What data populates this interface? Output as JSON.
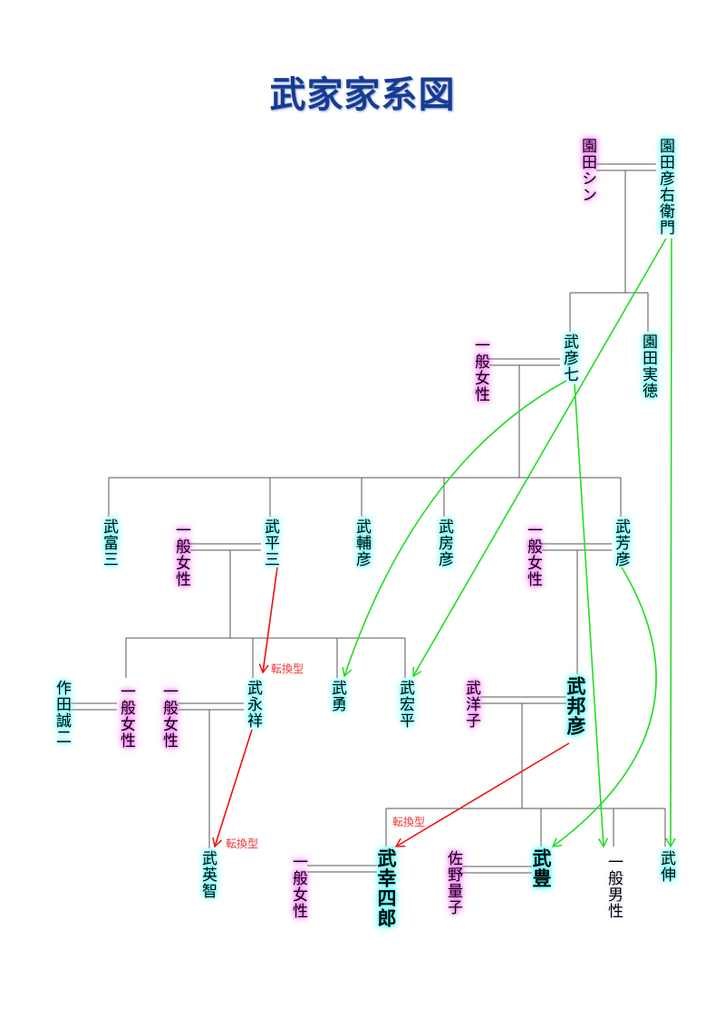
{
  "title": "武家家系図",
  "nodes": [
    {
      "id": "sonoda-shin",
      "name": "園田シン",
      "gender": "female"
    },
    {
      "id": "sonoda-hikouemon",
      "name": "園田彦右衛門",
      "gender": "male"
    },
    {
      "id": "take-hikoshichi",
      "name": "武彦七",
      "gender": "male"
    },
    {
      "id": "ippan-josei-1",
      "name": "一般女性",
      "gender": "female"
    },
    {
      "id": "sonoda-jitsutoku",
      "name": "園田実徳",
      "gender": "male"
    },
    {
      "id": "take-tomizo",
      "name": "武富三",
      "gender": "male"
    },
    {
      "id": "ippan-josei-2",
      "name": "一般女性",
      "gender": "female"
    },
    {
      "id": "take-heizo",
      "name": "武平三",
      "gender": "male"
    },
    {
      "id": "take-sukehiko",
      "name": "武輔彦",
      "gender": "male"
    },
    {
      "id": "take-fusahiko",
      "name": "武房彦",
      "gender": "male"
    },
    {
      "id": "ippan-josei-3",
      "name": "一般女性",
      "gender": "female"
    },
    {
      "id": "take-yoshihiko",
      "name": "武芳彦",
      "gender": "male"
    },
    {
      "id": "sakuta-seiji",
      "name": "作田誠二",
      "gender": "male"
    },
    {
      "id": "ippan-josei-4",
      "name": "一般女性",
      "gender": "female"
    },
    {
      "id": "ippan-josei-5",
      "name": "一般女性",
      "gender": "female"
    },
    {
      "id": "take-nagayoshi",
      "name": "武永祥",
      "gender": "male"
    },
    {
      "id": "take-isamu",
      "name": "武勇",
      "gender": "male"
    },
    {
      "id": "take-kohei",
      "name": "武宏平",
      "gender": "male"
    },
    {
      "id": "take-yoko",
      "name": "武洋子",
      "gender": "female"
    },
    {
      "id": "take-kunihiko",
      "name": "武邦彦",
      "gender": "male",
      "emphasis": true
    },
    {
      "id": "take-hidenori",
      "name": "武英智",
      "gender": "male"
    },
    {
      "id": "ippan-josei-6",
      "name": "一般女性",
      "gender": "female"
    },
    {
      "id": "take-koshiro",
      "name": "武幸四郎",
      "gender": "male",
      "emphasis": true
    },
    {
      "id": "sano-tomoko",
      "name": "佐野量子",
      "gender": "female"
    },
    {
      "id": "take-yutaka",
      "name": "武豊",
      "gender": "male",
      "emphasis": true
    },
    {
      "id": "ippan-dansei",
      "name": "一般男性",
      "gender": "other"
    },
    {
      "id": "take-shin",
      "name": "武伸",
      "gender": "male"
    }
  ],
  "conversion_labels": [
    "転換型",
    "転換型",
    "転換型"
  ],
  "colors": {
    "title": "#173b94",
    "male_glow": "#33ffff",
    "female_glow": "#ff44ff",
    "line": "#555555",
    "green_arrow": "#22dd22",
    "red_arrow": "#ee1111"
  }
}
